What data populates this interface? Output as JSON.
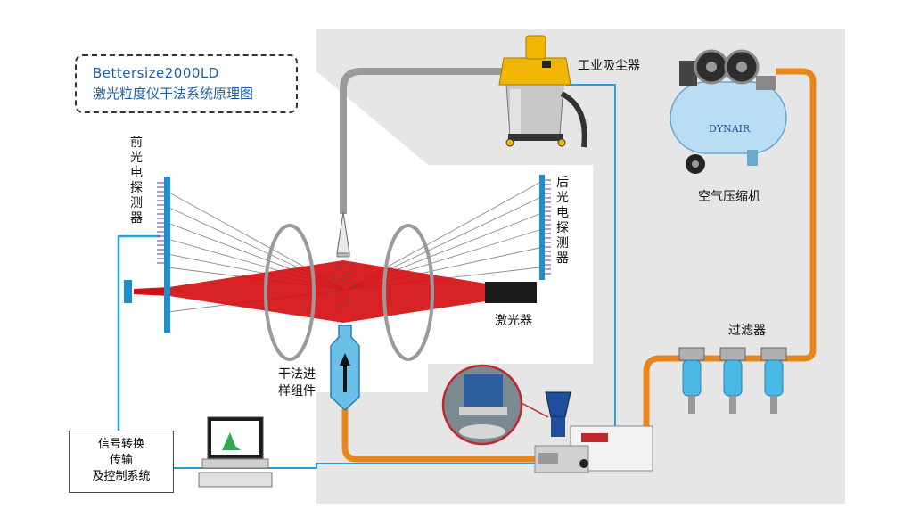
{
  "title": {
    "line1": "Bettersize2000LD",
    "line2": "激光粒度仪干法系统原理图"
  },
  "labels": {
    "front_detector": "前光电探测器",
    "rear_detector": "后光电探测器",
    "laser": "激光器",
    "dry_feed": [
      "干法进",
      "样组件"
    ],
    "vacuum": "工业吸尘器",
    "compressor": "空气压缩机",
    "filters": "过滤器",
    "control_system": [
      "信号转换",
      "传输",
      "及控制系统"
    ],
    "compressor_brand": "DYNAIR"
  },
  "colors": {
    "gray_panel": "#e6e6e6",
    "laser_red": "#d40f14",
    "air_pipe_orange": "#e8851c",
    "signal_line_blue": "#2a9fd6",
    "detector_blue": "#1d8fd1",
    "title_blue": "#1f5fa6",
    "vacuum_hose_gray": "#9a9a9a"
  }
}
